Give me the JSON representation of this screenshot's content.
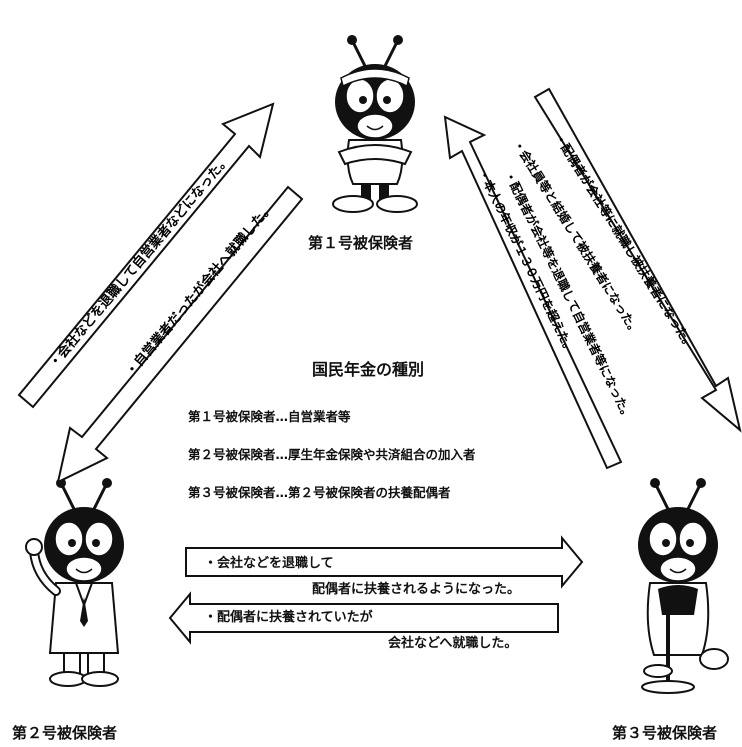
{
  "nodes": {
    "first": {
      "label": "第１号被保険者"
    },
    "second": {
      "label": "第２号被保険者"
    },
    "third": {
      "label": "第３号被保険者"
    }
  },
  "center": {
    "title": "国民年金の種別",
    "lines": [
      "第１号被保険者…自営業者等",
      "第２号被保険者…厚生年金保険や共済組合の加入者",
      "第３号被保険者…第２号被保険者の扶養配偶者"
    ]
  },
  "left_arrows": {
    "up_text": "・会社などを退職して自営業者などになった。",
    "down_text": "・自営業者だったが会社へ就職した。"
  },
  "right_arrows": {
    "items": [
      "・配偶者が会社等に就職し被扶養者になった。",
      "・会社員等と結婚して被扶養者になった。",
      "・配偶者が会社等を退職して自営業者等になった。",
      "・本人の年収が１３０万円を超えた。"
    ]
  },
  "bottom_arrows": {
    "right_text_1": "・会社などを退職して",
    "right_text_2": "配偶者に扶養されるようになった。",
    "left_text_1": "・配偶者に扶養されていたが",
    "left_text_2": "会社などへ就職した。"
  }
}
